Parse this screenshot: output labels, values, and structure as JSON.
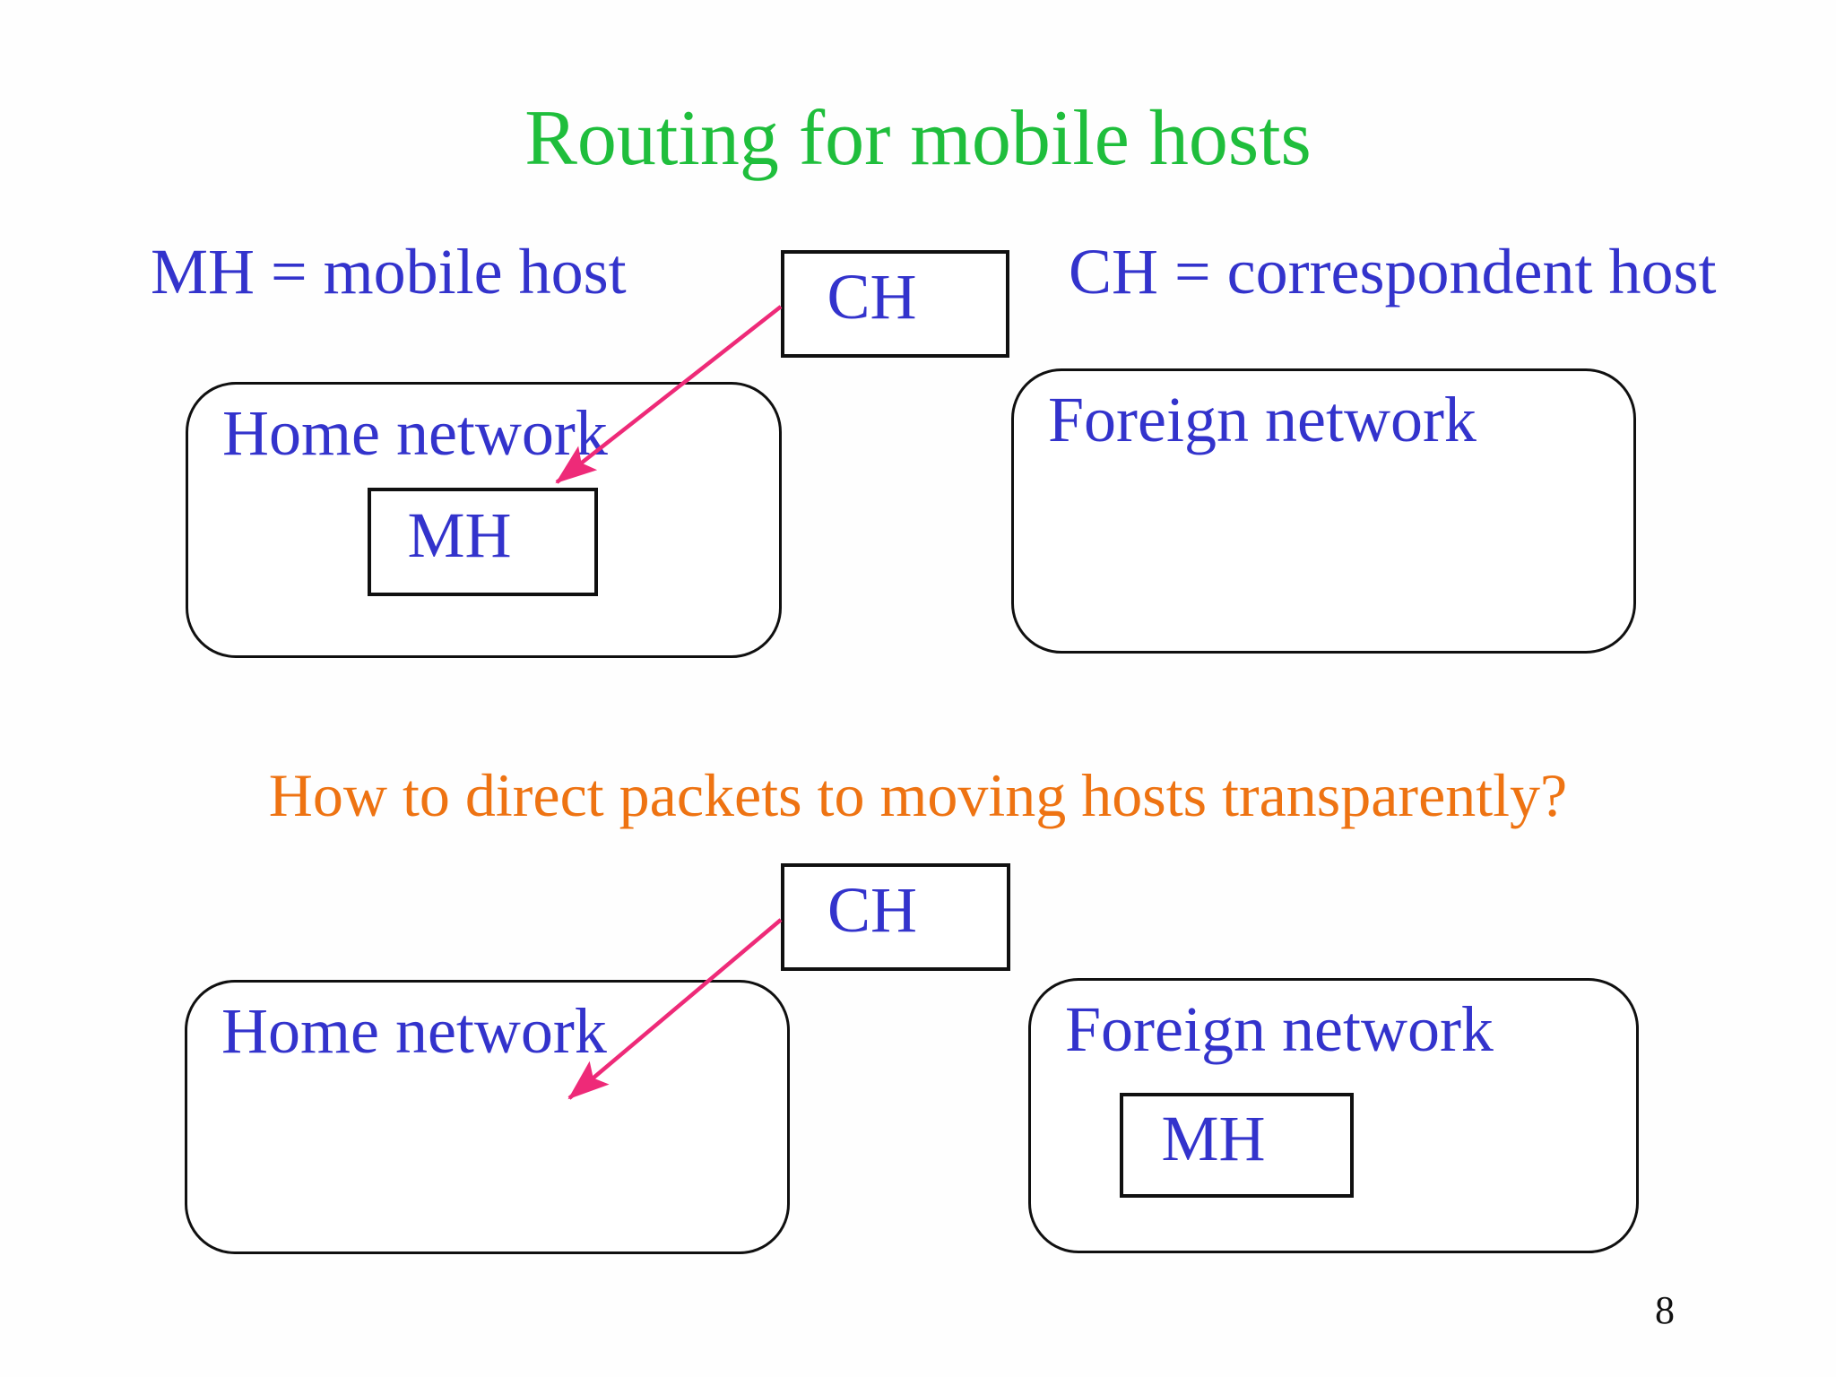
{
  "slide": {
    "title": "Routing for mobile hosts",
    "legend": {
      "mh": "MH = mobile host",
      "ch": "CH = correspondent host"
    },
    "question": "How to direct packets to moving hosts transparently?",
    "page_number": "8",
    "colors": {
      "title_green": "#1fbe3c",
      "label_blue": "#3333cc",
      "question_orange": "#ee7312",
      "arrow_pink": "#ee2a78",
      "line_black": "#101010"
    },
    "top_diagram": {
      "ch_label": "CH",
      "home": {
        "label": "Home network",
        "mh_label": "MH"
      },
      "foreign": {
        "label": "Foreign network"
      }
    },
    "bottom_diagram": {
      "ch_label": "CH",
      "home": {
        "label": "Home network"
      },
      "foreign": {
        "label": "Foreign network",
        "mh_label": "MH"
      }
    }
  }
}
